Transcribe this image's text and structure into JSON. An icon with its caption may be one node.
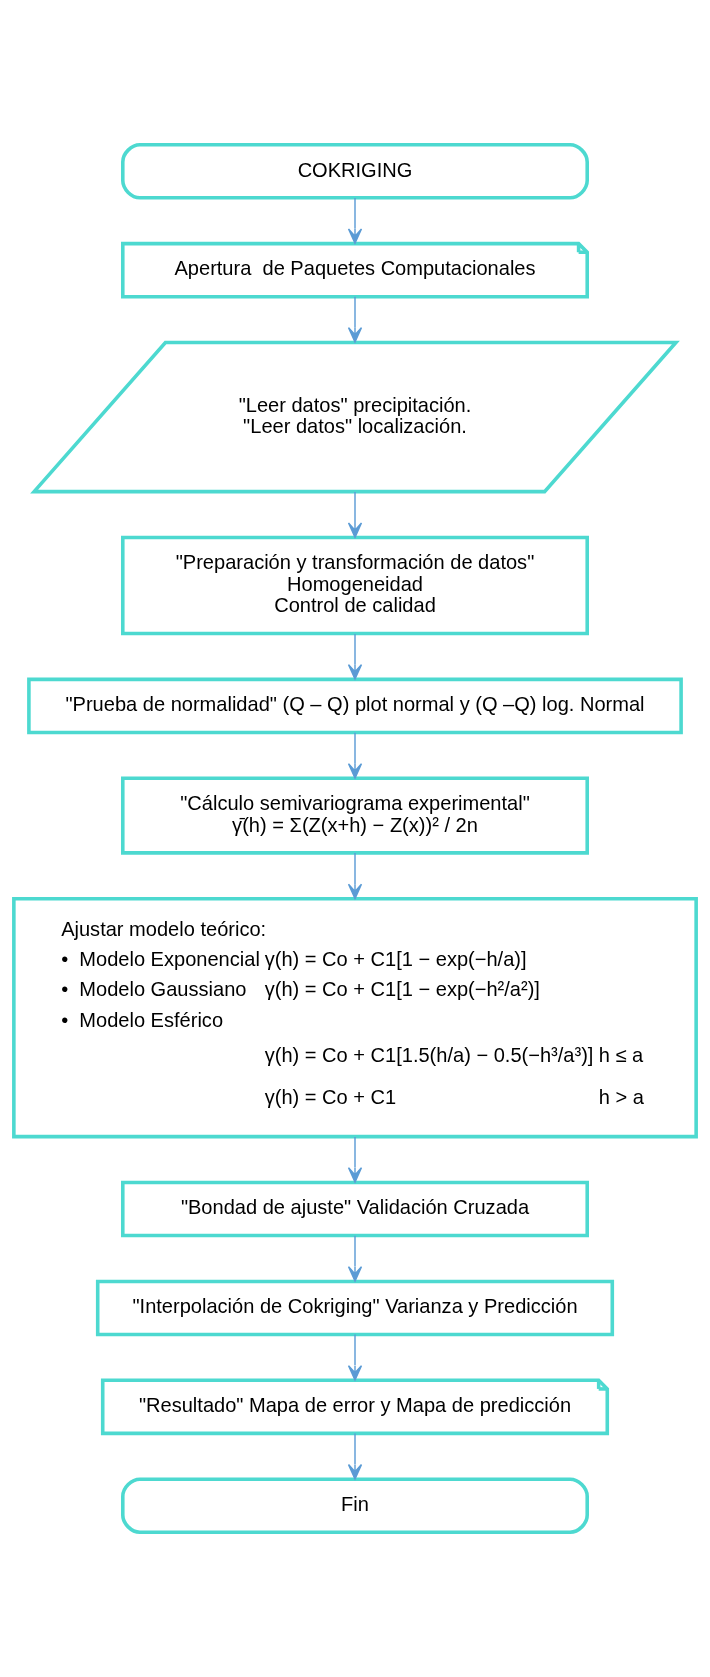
{
  "diagram": {
    "nodes": [
      {
        "text": [
          "COKRIGING"
        ]
      },
      {
        "text": [
          "Apertura  de Paquetes Computacionales"
        ]
      },
      {
        "text": [
          "\"Leer datos\" precipitación.",
          "\"Leer datos\" localización."
        ]
      },
      {
        "text": [
          "\"Preparación y transformación de datos\"",
          "Homogeneidad",
          "Control de calidad"
        ]
      },
      {
        "text": [
          "\"Prueba de normalidad\" (Q – Q) plot normal y (Q –Q) log. Normal"
        ]
      },
      {
        "text": [
          "\"Cálculo semivariograma experimental\"",
          "γ̄(h) = Σ(Z(x+h) − Z(x))² / 2n"
        ]
      },
      {
        "text": [
          "Ajustar modelo teórico:",
          "•  Modelo Exponencial",
          "γ(h) = Co + C1[1 − exp(−h/a)]",
          "•  Modelo Gaussiano",
          "γ(h) = Co + C1[1 − exp(−h²/a²)]",
          "•  Modelo Esférico",
          "γ(h) = Co + C1[1.5(h/a) − 0.5(−h³/a³)]",
          "h ≤ a",
          "γ(h) = Co + C1",
          "h > a"
        ]
      },
      {
        "text": [
          "\"Bondad de ajuste\" Validación Cruzada"
        ]
      },
      {
        "text": [
          "\"Interpolación de Cokriging\" Varianza y Predicción"
        ]
      },
      {
        "text": [
          "\"Resultado\" Mapa de error y Mapa de predicción"
        ]
      },
      {
        "text": [
          "Fin"
        ]
      }
    ],
    "edges": [
      {
        "from": 0,
        "to": 1,
        "arrow": "to"
      },
      {
        "from": 1,
        "to": 2,
        "arrow": "to"
      },
      {
        "from": 2,
        "to": 3,
        "arrow": "to"
      },
      {
        "from": 3,
        "to": 4,
        "arrow": "to"
      },
      {
        "from": 4,
        "to": 5,
        "arrow": "to"
      },
      {
        "from": 5,
        "to": 6,
        "arrow": "to"
      },
      {
        "from": 6,
        "to": 7,
        "arrow": "to"
      },
      {
        "from": 7,
        "to": 8,
        "arrow": "to"
      },
      {
        "from": 8,
        "to": 9,
        "arrow": "to"
      },
      {
        "from": 9,
        "to": 10,
        "arrow": "to"
      }
    ]
  }
}
